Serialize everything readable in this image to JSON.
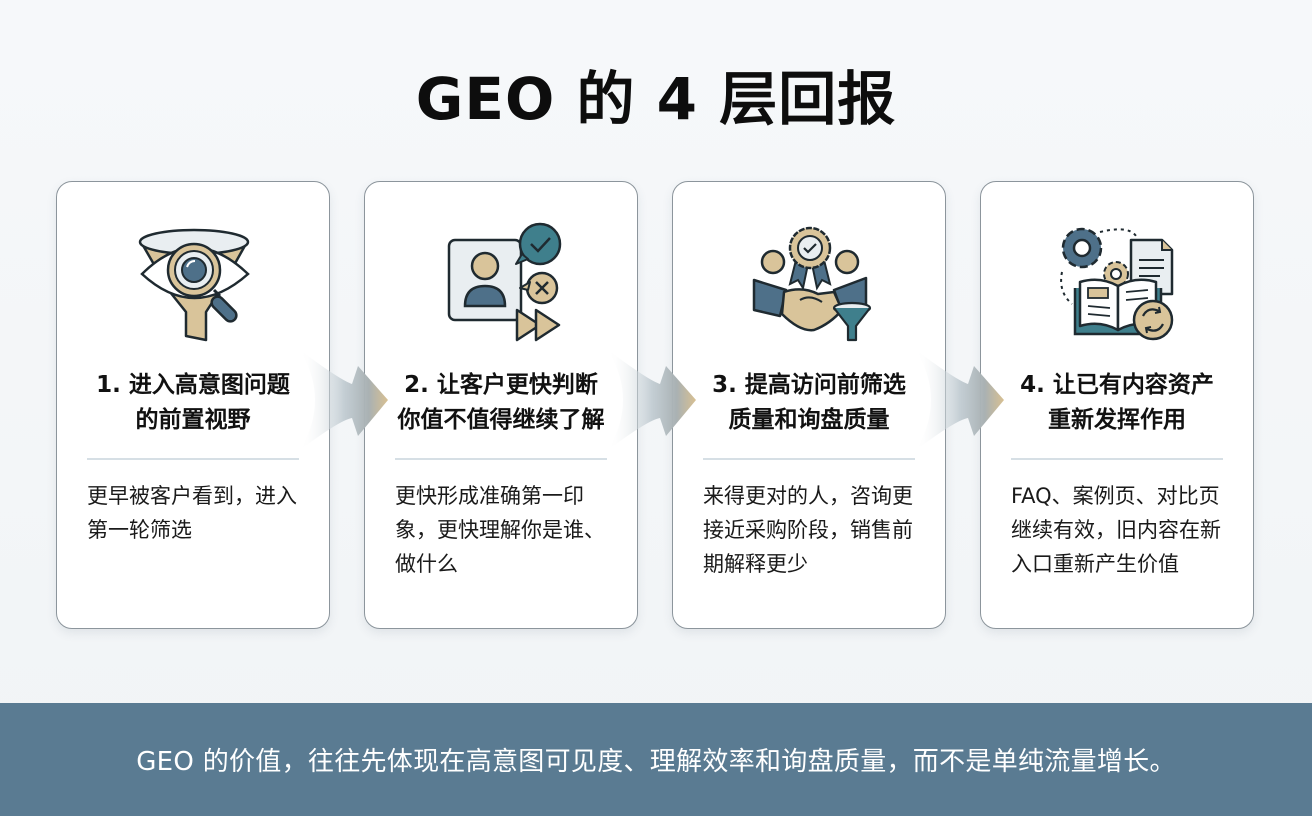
{
  "title": "GEO 的 4 层回报",
  "colors": {
    "accent_blue": "#4e7089",
    "accent_tan": "#d9c49a",
    "teal": "#3f7f8c",
    "footer_bg": "#5a7b92",
    "card_border": "#8c959c"
  },
  "cards": [
    {
      "icon": "eye-magnifier-funnel-icon",
      "title_line1": "1. 进入高意图问题",
      "title_line2": "的前置视野",
      "description": "更早被客户看到，进入第一轮筛选"
    },
    {
      "icon": "profile-speech-fast-forward-icon",
      "title_line1": "2. 让客户更快判断",
      "title_line2": "你值不值得继续了解",
      "description": "更快形成准确第一印象，更快理解你是谁、做什么"
    },
    {
      "icon": "handshake-badge-funnel-icon",
      "title_line1": "3. 提高访问前筛选",
      "title_line2": "质量和询盘质量",
      "description": "来得更对的人，咨询更接近采购阶段，销售前期解释更少"
    },
    {
      "icon": "gear-book-document-refresh-icon",
      "title_line1": "4. 让已有内容资产",
      "title_line2": "重新发挥作用",
      "description": "FAQ、案例页、对比页继续有效，旧内容在新入口重新产生价值"
    }
  ],
  "footer": {
    "text": "GEO 的价值，往往先体现在高意图可见度、理解效率和询盘质量，而不是单纯流量增长。"
  }
}
